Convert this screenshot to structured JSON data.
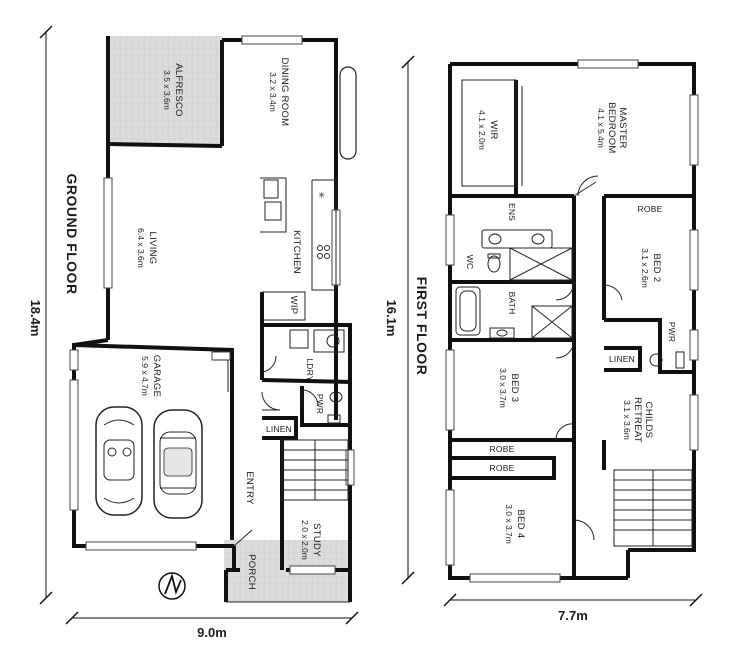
{
  "drawing": {
    "ground_floor": {
      "label": "GROUND FLOOR",
      "width_dim": "9.0m",
      "depth_dim": "18.4m",
      "rooms": {
        "alfresco": {
          "name": "ALFRESCO",
          "size": "3.5 x 3.6m"
        },
        "dining": {
          "name": "DINING ROOM",
          "size": "3.2 x 3.4m"
        },
        "living": {
          "name": "LIVING",
          "size": "6.4 x 3.6m"
        },
        "kitchen": {
          "name": "KITCHEN"
        },
        "wip": {
          "name": "WIP"
        },
        "laundry": {
          "name": "LDRY"
        },
        "garage": {
          "name": "GARAGE",
          "size": "5.9 x 4.7m"
        },
        "pwr": {
          "name": "PWR"
        },
        "linen": {
          "name": "LINEN"
        },
        "entry": {
          "name": "ENTRY"
        },
        "study": {
          "name": "STUDY",
          "size": "2.0 x 2.0m"
        },
        "porch": {
          "name": "PORCH"
        }
      }
    },
    "first_floor": {
      "label": "FIRST FLOOR",
      "width_dim": "7.7m",
      "depth_dim": "16.1m",
      "rooms": {
        "wir": {
          "name": "WIR",
          "size": "4.1 x 2.0m"
        },
        "master": {
          "name1": "MASTER",
          "name2": "BEDROOM",
          "size": "4.1 x 5.4m"
        },
        "ens": {
          "name": "ENS"
        },
        "wc": {
          "name": "WC"
        },
        "robe_bed2": {
          "name": "ROBE"
        },
        "bed2": {
          "name": "BED 2",
          "size": "3.1 x 2.6m"
        },
        "bath": {
          "name": "BATH"
        },
        "pwr": {
          "name": "PWR"
        },
        "linen": {
          "name": "LINEN"
        },
        "bed3": {
          "name": "BED 3",
          "size": "3.0 x 3.7m"
        },
        "childs": {
          "name1": "CHILDS",
          "name2": "RETREAT",
          "size": "3.1 x 3.6m"
        },
        "robe_bed3": {
          "name": "ROBE"
        },
        "robe_bed4": {
          "name": "ROBE"
        },
        "bed4": {
          "name": "BED 4",
          "size": "3.0 x 3.7m"
        }
      }
    }
  }
}
